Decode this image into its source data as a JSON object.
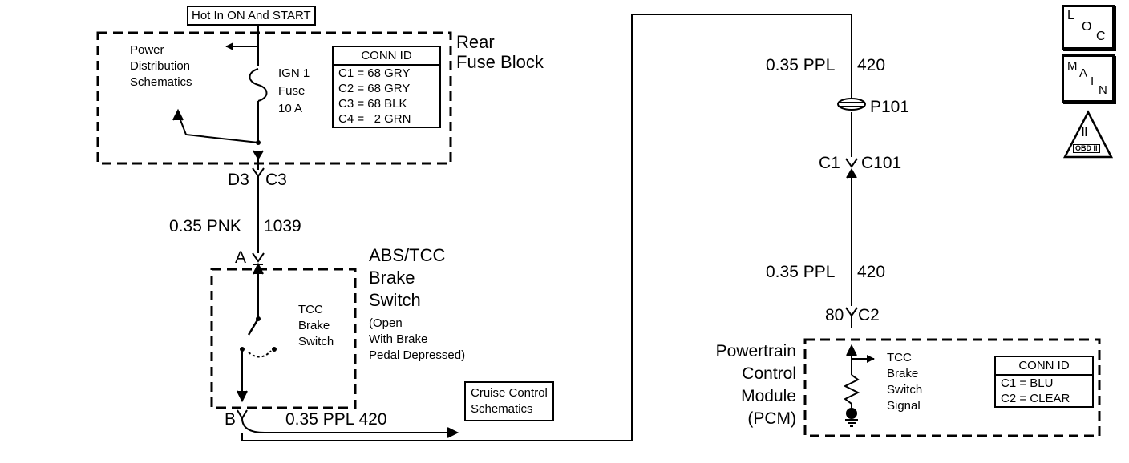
{
  "hot_in_label": "Hot In ON And START",
  "rear_fuse_block": {
    "line1": "Rear",
    "line2": "Fuse Block"
  },
  "power_distribution": [
    "Power",
    "Distribution",
    "Schematics"
  ],
  "fuse": [
    "IGN 1",
    "Fuse",
    "10 A"
  ],
  "conn_id_fuse_block": {
    "title": "CONN ID",
    "rows": [
      "C1 = 68 GRY",
      "C2 = 68 GRY",
      "C3 = 68 BLK",
      "C4 =   2 GRN"
    ]
  },
  "connector_d3": "D3",
  "connector_c3": "C3",
  "wire_1039": {
    "gauge_color": "0.35 PNK",
    "circuit": "1039"
  },
  "pin_a": "A",
  "pin_b": "B",
  "abs_tcc_switch": {
    "title": [
      "ABS/TCC",
      "Brake",
      "Switch"
    ],
    "note": [
      "(Open",
      "With Brake",
      "Pedal Depressed)"
    ]
  },
  "tcc_brake_switch_label": [
    "TCC",
    "Brake",
    "Switch"
  ],
  "wire_bottom": "0.35 PPL 420",
  "cruise_control": [
    "Cruise Control",
    "Schematics"
  ],
  "wire_top_right": {
    "gauge_color": "0.35 PPL",
    "circuit": "420"
  },
  "splice": "P101",
  "connector_c1": "C1",
  "connector_c101": "C101",
  "wire_mid_right": {
    "gauge_color": "0.35 PPL",
    "circuit": "420"
  },
  "pin_80": "80",
  "pin_c2": "C2",
  "pcm": [
    "Powertrain",
    "Control",
    "Module",
    "(PCM)"
  ],
  "tcc_signal": [
    "TCC",
    "Brake",
    "Switch",
    "Signal"
  ],
  "conn_id_pcm": {
    "title": "CONN ID",
    "rows": [
      "C1 = BLU",
      "C2 = CLEAR"
    ]
  },
  "icon_loc": {
    "l": "L",
    "o": "O",
    "c": "C"
  },
  "icon_main": {
    "m": "M",
    "a": "A",
    "i": "I",
    "n": "N"
  },
  "icon_obd": {
    "numeral": "II",
    "text": "OBD II"
  }
}
